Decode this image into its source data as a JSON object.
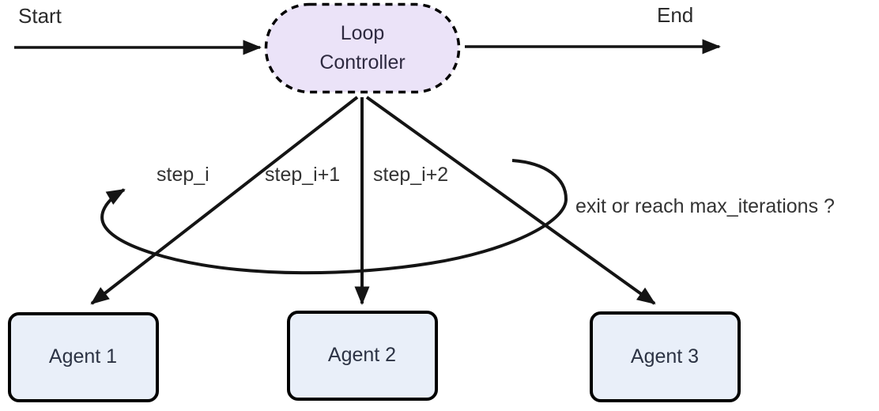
{
  "diagram": {
    "colors": {
      "background": "#ffffff",
      "edge": "#141414",
      "node_border": "#000000",
      "controller_fill": "#ebe3f8",
      "controller_text": "#2e2a40",
      "agent_fill": "#e9eff9",
      "agent_text": "#2c3344",
      "label_text": "#2b2b2b"
    },
    "labels": {
      "start": "Start",
      "end": "End",
      "step_i": "step_i",
      "step_i_plus_1": "step_i+1",
      "step_i_plus_2": "step_i+2",
      "exit_condition": "exit or reach max_iterations ?"
    },
    "nodes": {
      "loop_controller": {
        "label": "Loop Controller"
      },
      "agent_1": {
        "label": "Agent 1"
      },
      "agent_2": {
        "label": "Agent 2"
      },
      "agent_3": {
        "label": "Agent 3"
      }
    }
  }
}
